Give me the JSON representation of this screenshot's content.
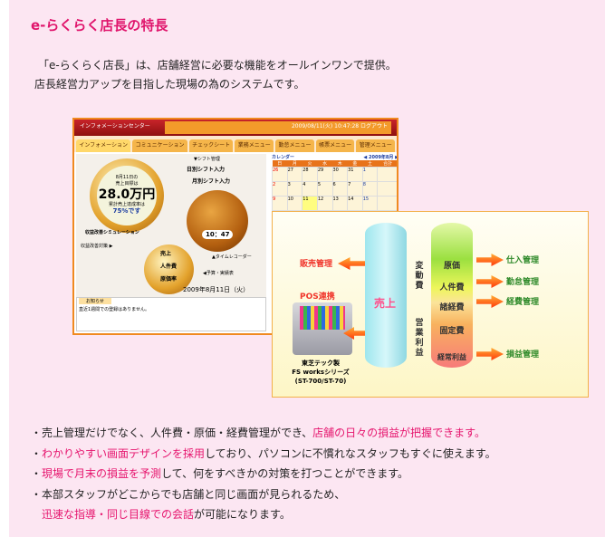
{
  "title": "e-らくらく店長の特長",
  "intro": [
    "「e-らくらく店長」は、店舗経営に必要な機能をオールインワンで提供。",
    "店長経営力アップを目指した現場の為のシステムです。"
  ],
  "screenshot": {
    "header_left": "インフォメーションセンター",
    "header_sub": "インフォメーションセンター",
    "header_right": "2009/08/11(火) 10:47:28 ログアウト",
    "tabs": [
      "インフォメーション",
      "コミュニケーション",
      "チェックシート",
      "業務メニュー",
      "勤怠メニュー",
      "帳票メニュー",
      "管理メニュー"
    ],
    "sales_line1": "8月11日の",
    "sales_line2": "売上目標は",
    "sales_value": "28.0万円",
    "sales_line3": "累計売上達成率は",
    "sales_rate": "75%です",
    "shift_heading": "▼シフト管理",
    "shift_daily": "日別シフト入力",
    "shift_monthly": "月別シフト入力",
    "clock": "10：47",
    "timerecorder": "▲タイムレコーダー",
    "sim": "収益改善シミュレーション",
    "improve": "収益改善対策 ▶",
    "people": [
      "売上",
      "人件費",
      "原価率"
    ],
    "budget": "◀予算・実績表",
    "date": "2009年8月11日（火）",
    "calendar_tab": "カレンダー",
    "calendar_month": "◀ 2009年8月 ▶",
    "weekdays": [
      "日",
      "月",
      "火",
      "水",
      "木",
      "金",
      "土",
      "合計"
    ],
    "weeks": [
      [
        "26",
        "27",
        "28",
        "29",
        "30",
        "31",
        "1",
        ""
      ],
      [
        "2",
        "3",
        "4",
        "5",
        "6",
        "7",
        "8",
        ""
      ],
      [
        "9",
        "10",
        "11",
        "12",
        "13",
        "14",
        "15",
        ""
      ]
    ],
    "notice_tab": "お知らせ",
    "notice_text": "直近1週間での登録はありません。"
  },
  "diagram": {
    "sales": "売上",
    "sales_mgmt": "販売管理",
    "pos_link": "POS連携",
    "pos_name": [
      "東芝テック製",
      "FS worksシリーズ",
      "(ST-700/ST-70)"
    ],
    "costs": [
      "原価",
      "人件費",
      "諸経費",
      "固定費",
      "経常利益"
    ],
    "variable": "変動費",
    "operating": "営業利益",
    "mgmt": [
      "仕入管理",
      "勤怠管理",
      "経費管理",
      "損益管理"
    ]
  },
  "bullets": [
    {
      "plain": "・売上管理だけでなく、人件費・原価・経費管理ができ、",
      "hl": "店舗の日々の損益が把握できます。"
    },
    {
      "pre": "・",
      "hl": "わかりやすい画面デザインを採用",
      "post": "しており、パソコンに不慣れなスタッフもすぐに使えます。"
    },
    {
      "pre": "・",
      "hl": "現場で月末の損益を予測",
      "post": "して、何をすべきかの対策を打つことができます。"
    },
    {
      "plain": "・本部スタッフがどこからでも店舗と同じ画面が見られるため、",
      "hl": "迅速な指導・同じ目線での会話",
      "post": "が可能になります。"
    }
  ]
}
